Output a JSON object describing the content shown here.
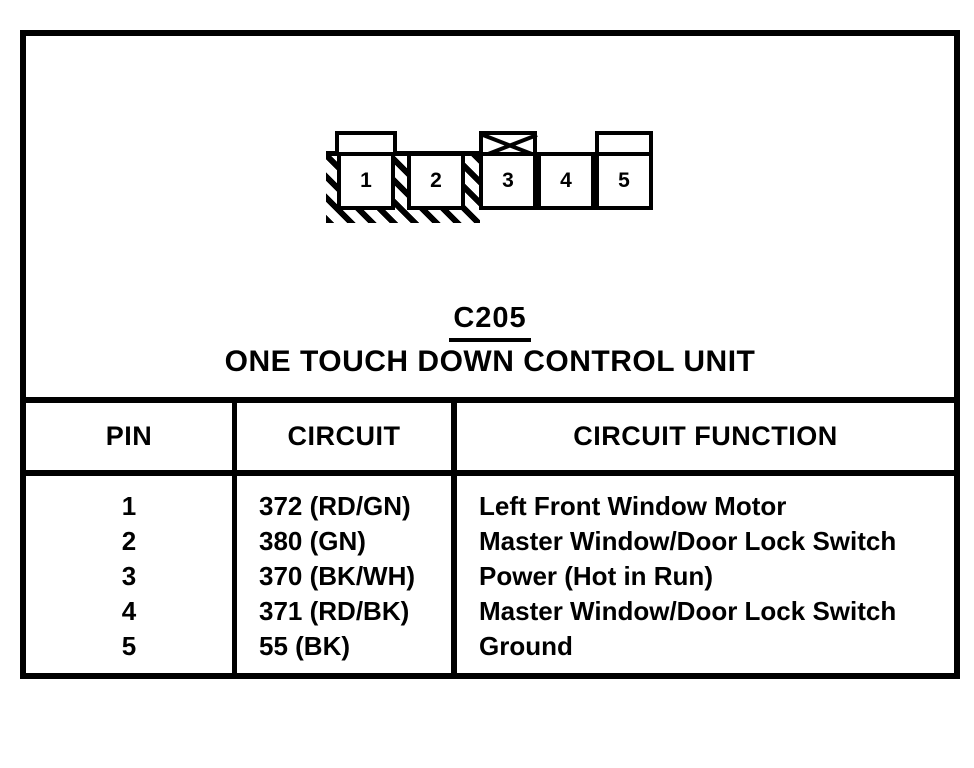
{
  "connector": {
    "id_label": "C205",
    "name": "ONE TOUCH DOWN CONTROL UNIT",
    "pins": [
      "1",
      "2",
      "3",
      "4",
      "5"
    ]
  },
  "table": {
    "headers": {
      "pin": "PIN",
      "circuit": "CIRCUIT",
      "function": "CIRCUIT FUNCTION"
    },
    "rows": [
      {
        "pin": "1",
        "circuit": "372 (RD/GN)",
        "function": "Left Front Window Motor"
      },
      {
        "pin": "2",
        "circuit": "380 (GN)",
        "function": "Master Window/Door Lock Switch"
      },
      {
        "pin": "3",
        "circuit": "370 (BK/WH)",
        "function": "Power (Hot in Run)"
      },
      {
        "pin": "4",
        "circuit": "371 (RD/BK)",
        "function": "Master Window/Door Lock Switch"
      },
      {
        "pin": "5",
        "circuit": "55 (BK)",
        "function": "Ground"
      }
    ]
  },
  "colors": {
    "ink": "#000000",
    "paper": "#ffffff"
  }
}
